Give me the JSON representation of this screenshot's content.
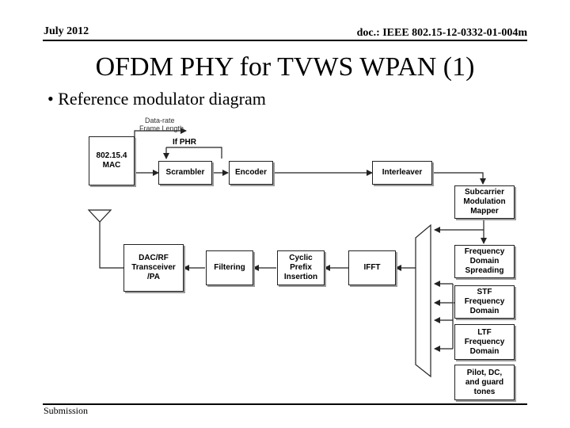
{
  "header": {
    "date": "July 2012",
    "doc": "doc.: IEEE 802.15-12-0332-01-004m"
  },
  "title": "OFDM PHY for TVWS WPAN (1)",
  "bullet": "• Reference modulator diagram",
  "footer": {
    "submission": "Submission"
  },
  "diagram": {
    "mac": "802.15.4\nMAC",
    "labels": {
      "data_rate": "Data-rate",
      "frame_length": "Frame Length",
      "if_phr": "If PHR"
    },
    "blocks": {
      "scrambler": "Scrambler",
      "encoder": "Encoder",
      "interleaver": "Interleaver",
      "subcarrier_mapper": "Subcarrier\nModulation\nMapper",
      "freq_spreading": "Frequency\nDomain\nSpreading",
      "stf": "STF\nFrequency\nDomain",
      "ltf": "LTF\nFrequency\nDomain",
      "pilot": "Pilot, DC,\nand guard\ntones",
      "ifft": "IFFT",
      "cyclic_prefix": "Cyclic\nPrefix\nInsertion",
      "filtering": "Filtering",
      "dac_rf": "DAC/RF\nTransceiver\n/PA"
    }
  }
}
